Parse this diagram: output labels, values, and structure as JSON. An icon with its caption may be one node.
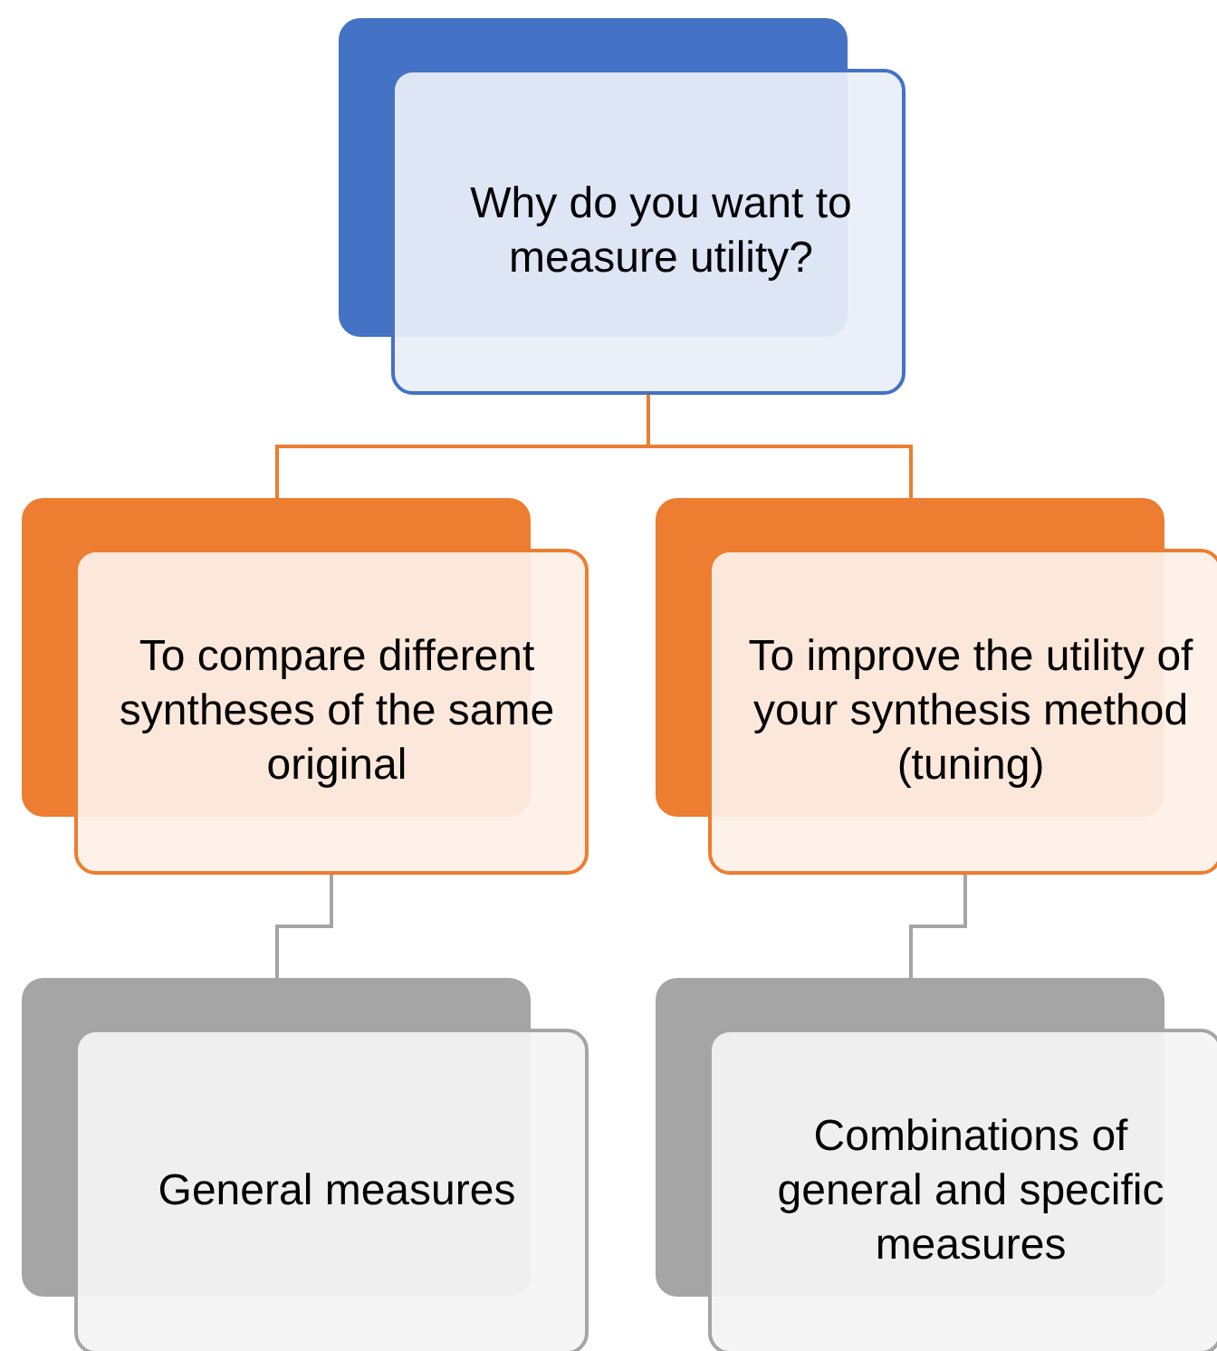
{
  "diagram": {
    "nodes": [
      {
        "text": [
          "Why do you want to measure utility?"
        ]
      },
      {
        "text": [
          "To compare different syntheses of the same original"
        ]
      },
      {
        "text": [
          "To improve the utility of your synthesis method (tuning)"
        ]
      },
      {
        "text": [
          "General measures"
        ]
      },
      {
        "text": [
          "Combinations of general and specific measures"
        ]
      }
    ],
    "edges": [
      {
        "from": 0,
        "to": 1,
        "arrow": "none"
      },
      {
        "from": 0,
        "to": 2,
        "arrow": "none"
      },
      {
        "from": 1,
        "to": 3,
        "arrow": "none",
        "color": "#a5a5a5"
      },
      {
        "from": 2,
        "to": 4,
        "arrow": "none",
        "color": "#a5a5a5"
      }
    ]
  }
}
